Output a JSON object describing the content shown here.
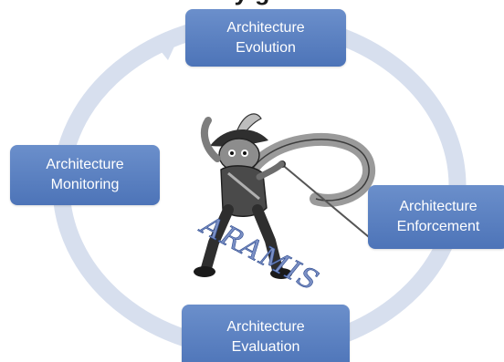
{
  "cut_title": "y                  g",
  "nodes": {
    "evolution": [
      "Architecture",
      "Evolution"
    ],
    "monitoring": [
      "Architecture",
      "Monitoring"
    ],
    "enforcement": [
      "Architecture",
      "Enforcement"
    ],
    "evaluation": [
      "Architecture",
      "Evaluation"
    ]
  },
  "logo": {
    "word": "ARAMIS",
    "figure": "musketeer-cat-icon"
  },
  "colors": {
    "node_fill": "#5b80c0",
    "ring_fill": "#d7dfee",
    "text": "#ffffff"
  }
}
